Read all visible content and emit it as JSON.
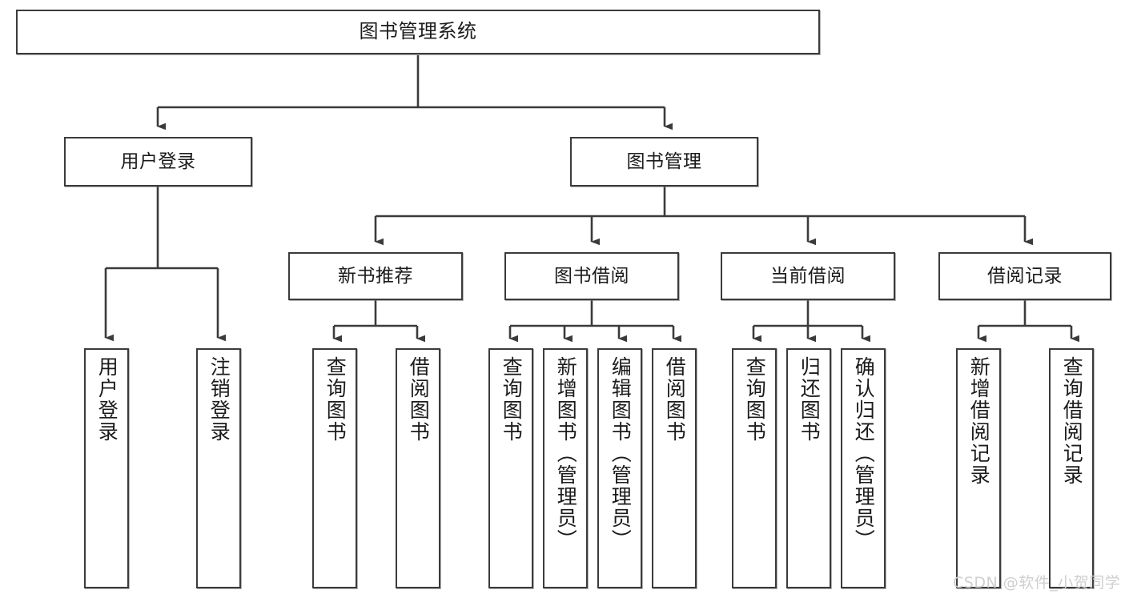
{
  "diagram": {
    "title": "图书管理系统",
    "type": "tree",
    "colors": {
      "background": "#ffffff",
      "box_border": "#3b3b3b",
      "box_fill": "#ffffff",
      "connector": "#3b3b3b",
      "text": "#1b1b1b",
      "watermark": "#cfcfcf"
    },
    "root": {
      "label": "图书管理系统"
    },
    "level2": [
      {
        "label": "用户登录"
      },
      {
        "label": "图书管理"
      }
    ],
    "level3": [
      {
        "label": "新书推荐"
      },
      {
        "label": "图书借阅"
      },
      {
        "label": "当前借阅"
      },
      {
        "label": "借阅记录"
      }
    ],
    "leaves": {
      "user_login": [
        {
          "label": "用户登录"
        },
        {
          "label": "注销登录"
        }
      ],
      "new_book": [
        {
          "label": "查询图书"
        },
        {
          "label": "借阅图书"
        }
      ],
      "book_borrow": [
        {
          "label": "查询图书"
        },
        {
          "label": "新增图书（管理员）"
        },
        {
          "label": "编辑图书（管理员）"
        },
        {
          "label": "借阅图书"
        }
      ],
      "current_borrow": [
        {
          "label": "查询图书"
        },
        {
          "label": "归还图书"
        },
        {
          "label": "确认归还（管理员）"
        }
      ],
      "borrow_record": [
        {
          "label": "新增借阅记录"
        },
        {
          "label": "查询借阅记录"
        }
      ]
    },
    "watermark": {
      "text": "CSDN @软件_小贺同学"
    }
  }
}
